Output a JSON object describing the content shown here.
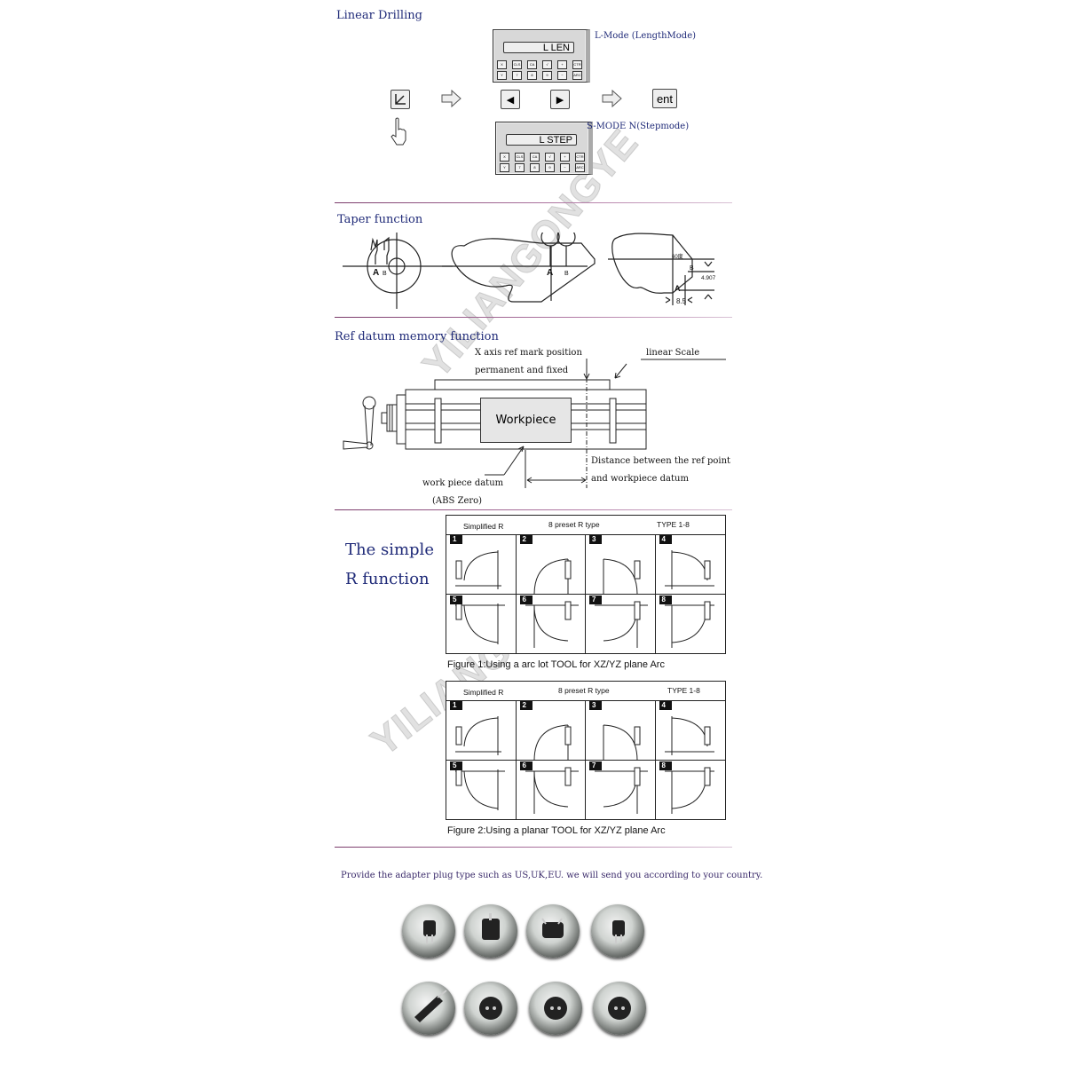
{
  "linear_drilling": {
    "title": "Linear Drilling",
    "l_mode_label": "L-Mode (LengthMode)",
    "l_mode_screen": "L LEN",
    "s_mode_label": "S-MODE N(Stepmode)",
    "s_mode_screen": "L STEP",
    "keys": [
      "X",
      "CLS",
      "CA",
      "√",
      "+",
      "CTR",
      "Y",
      "7",
      "8",
      "9",
      "−",
      "ARC"
    ],
    "ent_label": "ent",
    "left_glyph": "◀",
    "right_glyph": "▶"
  },
  "taper": {
    "title": "Taper function",
    "point_a": "A",
    "point_b": "B",
    "angle_label": "60度",
    "height_value": "4.907",
    "width_value": "8.5"
  },
  "ref_datum": {
    "title": "Ref datum memory function",
    "ref_mark_line1": "X axis ref mark position",
    "ref_mark_line2": "permanent and fixed",
    "linear_scale": "linear Scale",
    "workpiece": "Workpiece",
    "distance_line1": "Distance between the ref point",
    "distance_line2": "and workpiece datum",
    "datum_line1": "work piece datum",
    "datum_line2": "(ABS Zero)"
  },
  "r_function": {
    "title_line1": "The simple",
    "title_line2": "R  function",
    "tables": [
      {
        "header": [
          "Simplified R",
          "8 preset R type",
          "TYPE 1-8"
        ],
        "cells": [
          "1",
          "2",
          "3",
          "4",
          "5",
          "6",
          "7",
          "8"
        ],
        "caption": "Figure 1:Using a arc lot  TOOL for  XZ/YZ plane Arc"
      },
      {
        "header": [
          "Simplified R",
          "8 preset R type",
          "TYPE 1-8"
        ],
        "cells": [
          "1",
          "2",
          "3",
          "4",
          "5",
          "6",
          "7",
          "8"
        ],
        "caption": "Figure 2:Using a planar  TOOL for XZ/YZ plane Arc"
      }
    ]
  },
  "adapter": {
    "note": "Provide the adapter plug type  such as US,UK,EU.  we will send you according to your country.",
    "plugs": [
      "us-plug-icon",
      "uk-plug-icon",
      "au-plug-icon",
      "us-plug-icon",
      "swiss-plug-icon",
      "eu-plug-icon",
      "eu-plug-icon",
      "eu-plug-icon"
    ]
  },
  "watermark": "YILIANGONGYE",
  "colors": {
    "title": "#1f2a78",
    "divider": "#7a3a6a"
  }
}
